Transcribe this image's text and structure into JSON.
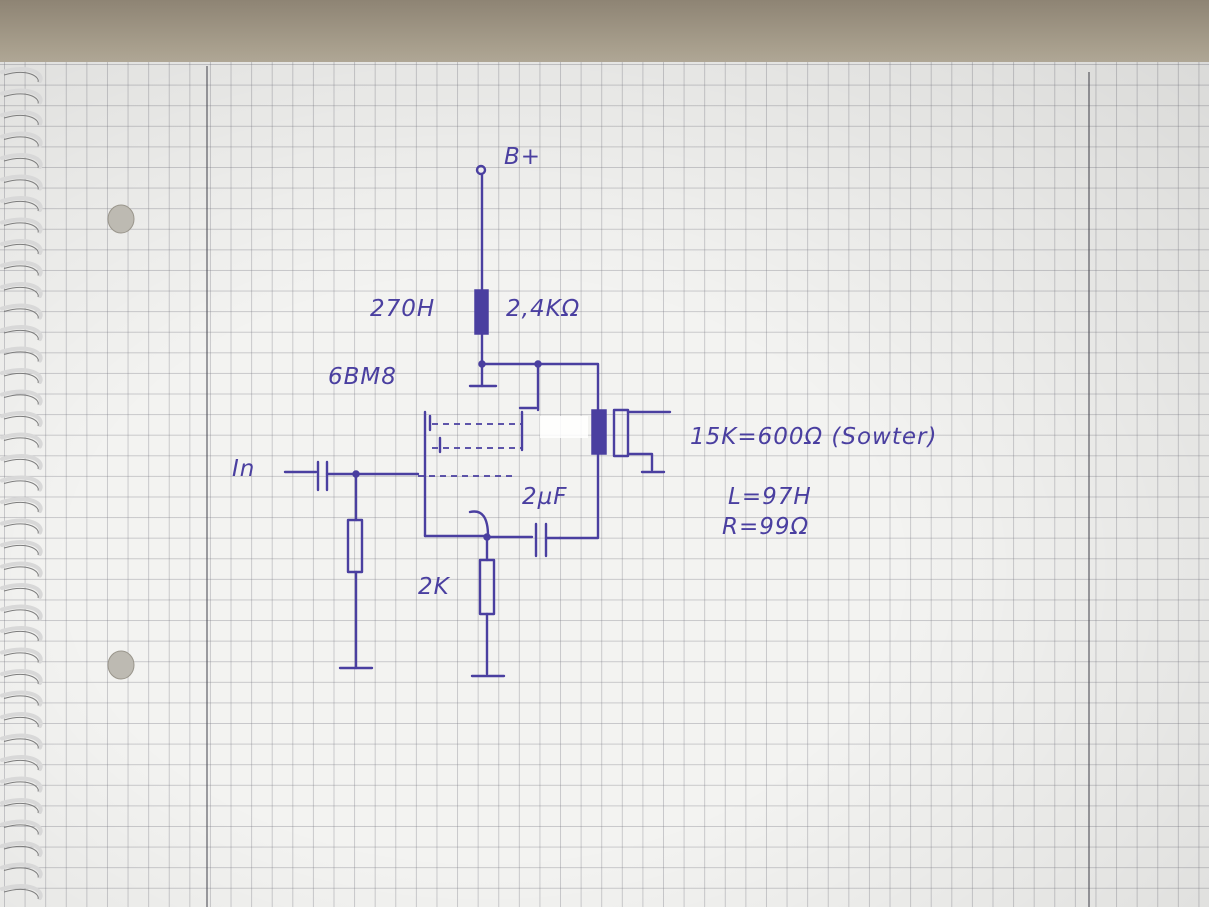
{
  "labels": {
    "supply": "B+",
    "choke_inductance": "270H",
    "choke_resistance": "2,4KΩ",
    "tube": "6BM8",
    "input": "In",
    "cap_value": "2µF",
    "cathode_resistor": "2K",
    "transformer_ratio": "15K=600Ω (Sowter)",
    "inductance": "L=97H",
    "resistance": "R=99Ω"
  }
}
